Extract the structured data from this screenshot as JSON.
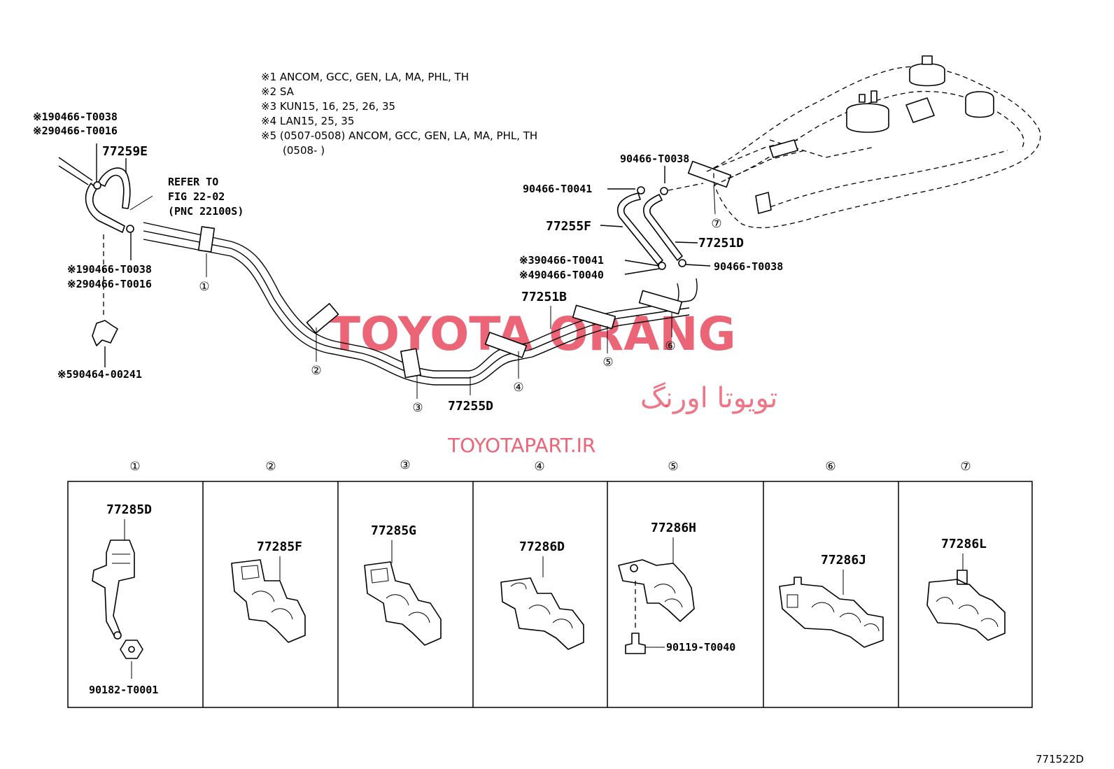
{
  "figure_id": "771522D",
  "notes": [
    "※1 ANCOM, GCC, GEN, LA, MA, PHL, TH",
    "※2 SA",
    "※3 KUN15, 16, 25, 26, 35",
    "※4 LAN15, 25, 35",
    "※5 (0507-0508) ANCOM, GCC, GEN, LA, MA, PHL, TH",
    "(0508-        )"
  ],
  "refer": [
    "REFER TO",
    "FIG 22-02",
    "(PNC 22100S)"
  ],
  "callouts": {
    "c_top1": "※190466-T0038",
    "c_top2": "※290466-T0016",
    "c_77259e": "77259E",
    "c_mid1": "※190466-T0038",
    "c_mid2": "※290466-T0016",
    "c_bot": "※590464-00241",
    "c_t0038_a": "90466-T0038",
    "c_t0041": "90466-T0041",
    "c_77255f": "77255F",
    "c_77251d": "77251D",
    "c_x3": "※390466-T0041",
    "c_x4": "※490466-T0040",
    "c_t0038_b": "90466-T0038",
    "c_77251b": "77251B",
    "c_77255d": "77255D"
  },
  "clamp_numbers": [
    "①",
    "②",
    "③",
    "④",
    "⑤",
    "⑥",
    "⑦"
  ],
  "panels": [
    {
      "num": "①",
      "part": "77285D",
      "extra": "90182-T0001"
    },
    {
      "num": "②",
      "part": "77285F",
      "extra": ""
    },
    {
      "num": "③",
      "part": "77285G",
      "extra": ""
    },
    {
      "num": "④",
      "part": "77286D",
      "extra": ""
    },
    {
      "num": "⑤",
      "part": "77286H",
      "extra": "90119-T0040"
    },
    {
      "num": "⑥",
      "part": "77286J",
      "extra": ""
    },
    {
      "num": "⑦",
      "part": "77286L",
      "extra": ""
    }
  ],
  "watermark": {
    "brand": "TOYOTA ORANG",
    "persian": "تویوتا اورنگ",
    "url": "TOYOTAPART.IR"
  },
  "colors": {
    "watermark": "#e84a5f",
    "ink": "#000000",
    "background": "#ffffff"
  }
}
